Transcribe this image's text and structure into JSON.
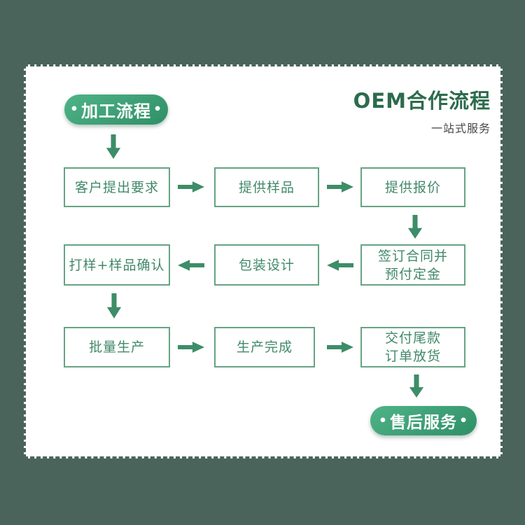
{
  "colors": {
    "background": "#4b645b",
    "card_background": "#ffffff",
    "title_green": "#2d6b4d",
    "subtitle_gray": "#474747",
    "box_border_green": "#66a384",
    "box_text_green": "#41896a",
    "arrow_green": "#3e8d69",
    "badge_gradient_light": "#4fb488",
    "badge_gradient_dark": "#2f8e66",
    "badge_text": "#ffffff"
  },
  "header": {
    "title": "OEM合作流程",
    "subtitle": "一站式服务"
  },
  "start_badge": {
    "bullet_left": "•",
    "label": "加工流程",
    "bullet_right": "•"
  },
  "end_badge": {
    "bullet_left": "•",
    "label": "售后服务",
    "bullet_right": "•"
  },
  "steps": {
    "s1": "客户提出要求",
    "s2": "提供样品",
    "s3": "提供报价",
    "s4_line1": "签订合同并",
    "s4_line2": "预付定金",
    "s5": "包装设计",
    "s6": "打样+样品确认",
    "s7": "批量生产",
    "s8": "生产完成",
    "s9_line1": "交付尾款",
    "s9_line2": "订单放货"
  }
}
